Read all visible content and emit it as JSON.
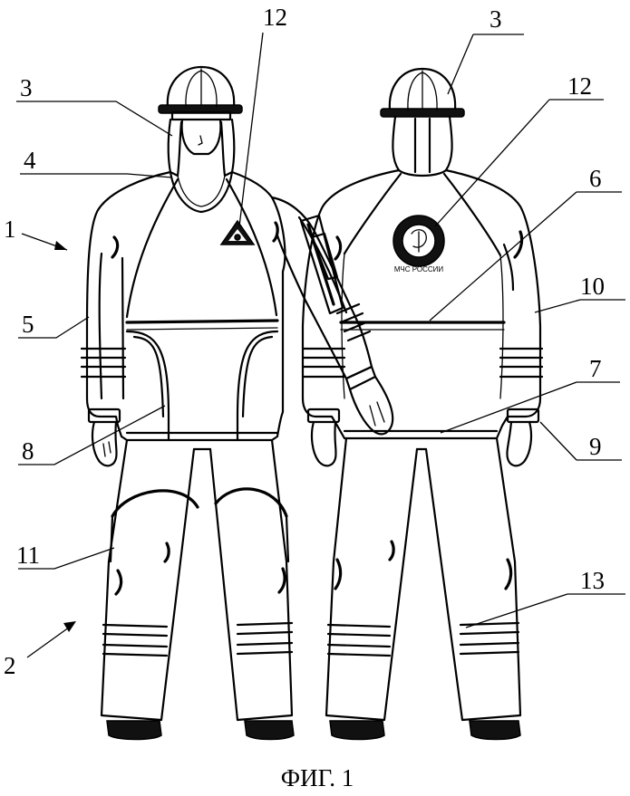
{
  "caption": "ФИГ. 1",
  "labels": {
    "l1": "1",
    "l2": "2",
    "l3_left": "3",
    "l3_right": "3",
    "l4": "4",
    "l5": "5",
    "l6": "6",
    "l7": "7",
    "l8": "8",
    "l9": "9",
    "l10": "10",
    "l11": "11",
    "l12_left": "12",
    "l12_right": "12",
    "l13": "13"
  },
  "emblem_text": "МЧС РОССИИ",
  "colors": {
    "ink": "#000000",
    "paper": "#ffffff"
  }
}
